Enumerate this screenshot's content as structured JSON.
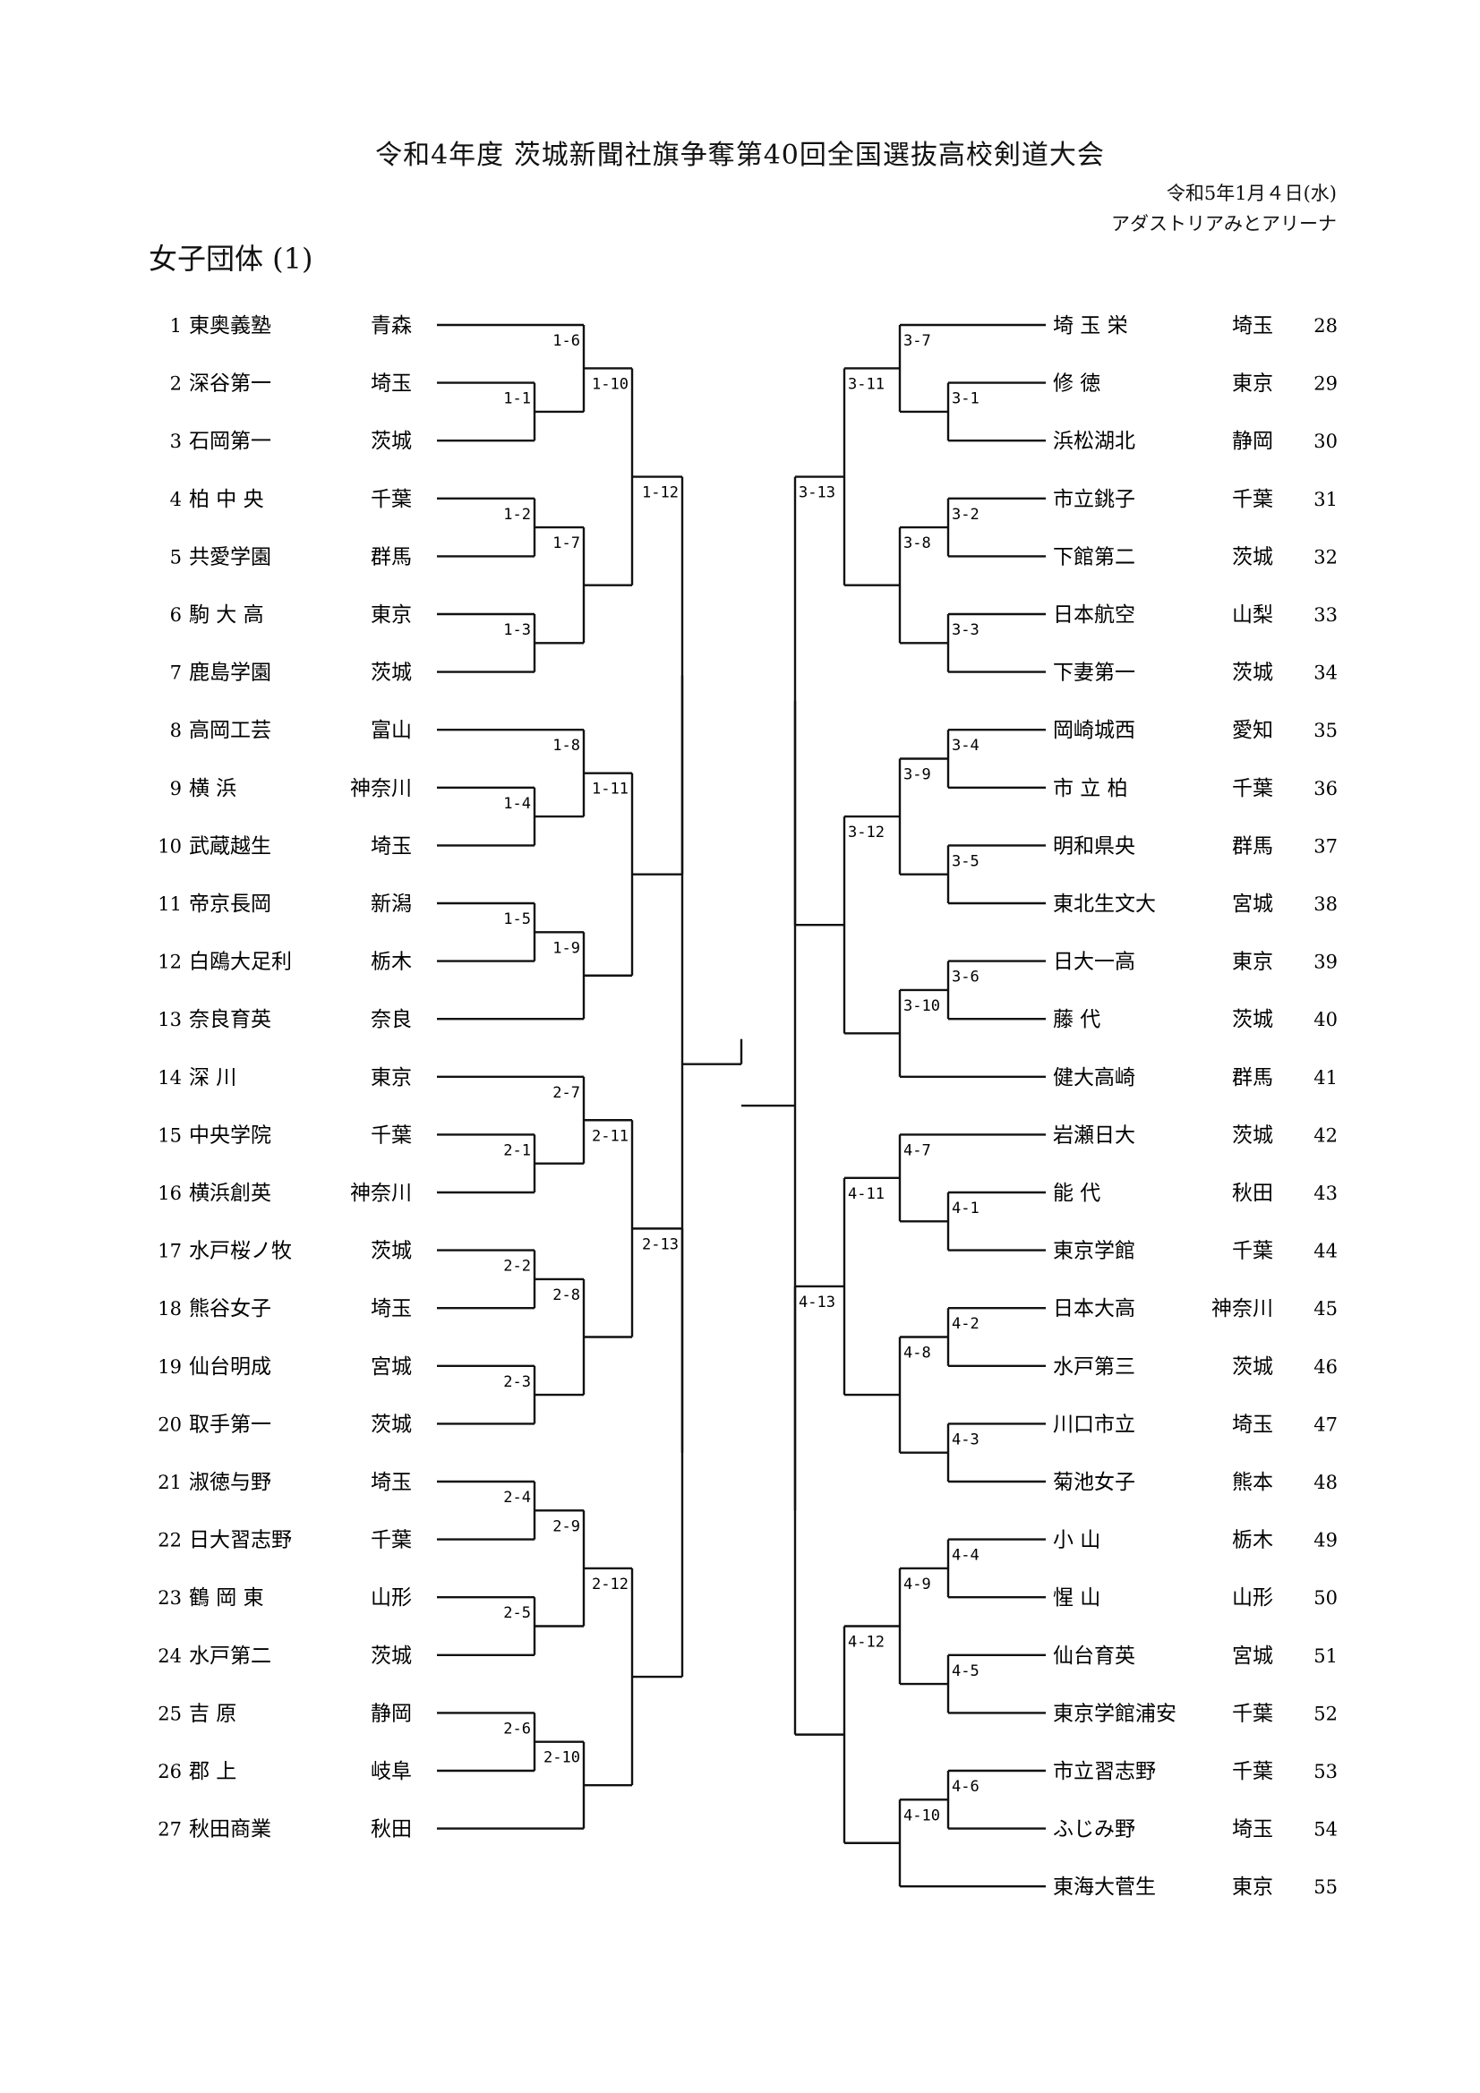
{
  "header": {
    "title": "令和4年度 茨城新聞社旗争奪第40回全国選抜高校剣道大会",
    "date": "令和5年1月４日(水)",
    "venue": "アダストリアみとアリーナ",
    "section": "女子団体 (1)"
  },
  "left_teams": [
    {
      "num": "1",
      "name": "東奥義塾",
      "pref": "青森"
    },
    {
      "num": "2",
      "name": "深谷第一",
      "pref": "埼玉"
    },
    {
      "num": "3",
      "name": "石岡第一",
      "pref": "茨城"
    },
    {
      "num": "4",
      "name": "柏 中 央",
      "pref": "千葉"
    },
    {
      "num": "5",
      "name": "共愛学園",
      "pref": "群馬"
    },
    {
      "num": "6",
      "name": "駒 大 高",
      "pref": "東京"
    },
    {
      "num": "7",
      "name": "鹿島学園",
      "pref": "茨城"
    },
    {
      "num": "8",
      "name": "高岡工芸",
      "pref": "富山"
    },
    {
      "num": "9",
      "name": "横     浜",
      "pref": "神奈川"
    },
    {
      "num": "10",
      "name": "武蔵越生",
      "pref": "埼玉"
    },
    {
      "num": "11",
      "name": "帝京長岡",
      "pref": "新潟"
    },
    {
      "num": "12",
      "name": "白鴎大足利",
      "pref": "栃木"
    },
    {
      "num": "13",
      "name": "奈良育英",
      "pref": "奈良"
    },
    {
      "num": "14",
      "name": "深     川",
      "pref": "東京"
    },
    {
      "num": "15",
      "name": "中央学院",
      "pref": "千葉"
    },
    {
      "num": "16",
      "name": "横浜創英",
      "pref": "神奈川"
    },
    {
      "num": "17",
      "name": "水戸桜ノ牧",
      "pref": "茨城"
    },
    {
      "num": "18",
      "name": "熊谷女子",
      "pref": "埼玉"
    },
    {
      "num": "19",
      "name": "仙台明成",
      "pref": "宮城"
    },
    {
      "num": "20",
      "name": "取手第一",
      "pref": "茨城"
    },
    {
      "num": "21",
      "name": "淑徳与野",
      "pref": "埼玉"
    },
    {
      "num": "22",
      "name": "日大習志野",
      "pref": "千葉"
    },
    {
      "num": "23",
      "name": "鶴 岡 東",
      "pref": "山形"
    },
    {
      "num": "24",
      "name": "水戸第二",
      "pref": "茨城"
    },
    {
      "num": "25",
      "name": "吉     原",
      "pref": "静岡"
    },
    {
      "num": "26",
      "name": "郡     上",
      "pref": "岐阜"
    },
    {
      "num": "27",
      "name": "秋田商業",
      "pref": "秋田"
    }
  ],
  "right_teams": [
    {
      "num": "28",
      "name": "埼 玉 栄",
      "pref": "埼玉"
    },
    {
      "num": "29",
      "name": "修     徳",
      "pref": "東京"
    },
    {
      "num": "30",
      "name": "浜松湖北",
      "pref": "静岡"
    },
    {
      "num": "31",
      "name": "市立銚子",
      "pref": "千葉"
    },
    {
      "num": "32",
      "name": "下館第二",
      "pref": "茨城"
    },
    {
      "num": "33",
      "name": "日本航空",
      "pref": "山梨"
    },
    {
      "num": "34",
      "name": "下妻第一",
      "pref": "茨城"
    },
    {
      "num": "35",
      "name": "岡崎城西",
      "pref": "愛知"
    },
    {
      "num": "36",
      "name": "市 立 柏",
      "pref": "千葉"
    },
    {
      "num": "37",
      "name": "明和県央",
      "pref": "群馬"
    },
    {
      "num": "38",
      "name": "東北生文大",
      "pref": "宮城"
    },
    {
      "num": "39",
      "name": "日大一高",
      "pref": "東京"
    },
    {
      "num": "40",
      "name": "藤     代",
      "pref": "茨城"
    },
    {
      "num": "41",
      "name": "健大高崎",
      "pref": "群馬"
    },
    {
      "num": "42",
      "name": "岩瀬日大",
      "pref": "茨城"
    },
    {
      "num": "43",
      "name": "能     代",
      "pref": "秋田"
    },
    {
      "num": "44",
      "name": "東京学館",
      "pref": "千葉"
    },
    {
      "num": "45",
      "name": "日本大高",
      "pref": "神奈川"
    },
    {
      "num": "46",
      "name": "水戸第三",
      "pref": "茨城"
    },
    {
      "num": "47",
      "name": "川口市立",
      "pref": "埼玉"
    },
    {
      "num": "48",
      "name": "菊池女子",
      "pref": "熊本"
    },
    {
      "num": "49",
      "name": "小     山",
      "pref": "栃木"
    },
    {
      "num": "50",
      "name": "惺     山",
      "pref": "山形"
    },
    {
      "num": "51",
      "name": "仙台育英",
      "pref": "宮城"
    },
    {
      "num": "52",
      "name": "東京学館浦安",
      "pref": "千葉"
    },
    {
      "num": "53",
      "name": "市立習志野",
      "pref": "千葉"
    },
    {
      "num": "54",
      "name": "ふじみ野",
      "pref": "埼玉"
    },
    {
      "num": "55",
      "name": "東海大菅生",
      "pref": "東京"
    }
  ],
  "matches": {
    "left": {
      "1-1": {
        "a": 2,
        "b": 3,
        "label": "1-1"
      },
      "1-2": {
        "a": 4,
        "b": 5,
        "label": "1-2"
      },
      "1-3": {
        "a": 6,
        "b": 7,
        "label": "1-3"
      },
      "1-4": {
        "a": 9,
        "b": 10,
        "label": "1-4"
      },
      "1-5": {
        "a": 11,
        "b": 12,
        "label": "1-5"
      },
      "1-6": {
        "a": 1,
        "b": "1-1",
        "label": "1-6"
      },
      "1-7": {
        "a": "1-2",
        "b": "1-3",
        "label": "1-7"
      },
      "1-8": {
        "a": 8,
        "b": "1-4",
        "label": "1-8"
      },
      "1-9": {
        "a": "1-5",
        "b": 13,
        "label": "1-9"
      },
      "1-10": {
        "a": "1-6",
        "b": "1-7",
        "label": "1-10"
      },
      "1-11": {
        "a": "1-8",
        "b": "1-9",
        "label": "1-11"
      },
      "1-12": {
        "a": "1-10",
        "b": "1-11",
        "label": "1-12"
      },
      "2-1": {
        "a": 15,
        "b": 16,
        "label": "2-1"
      },
      "2-2": {
        "a": 17,
        "b": 18,
        "label": "2-2"
      },
      "2-3": {
        "a": 19,
        "b": 20,
        "label": "2-3"
      },
      "2-4": {
        "a": 21,
        "b": 22,
        "label": "2-4"
      },
      "2-5": {
        "a": 23,
        "b": 24,
        "label": "2-5"
      },
      "2-6": {
        "a": 25,
        "b": 26,
        "label": "2-6"
      },
      "2-7": {
        "a": 14,
        "b": "2-1",
        "label": "2-7"
      },
      "2-8": {
        "a": "2-2",
        "b": "2-3",
        "label": "2-8"
      },
      "2-9": {
        "a": "2-4",
        "b": "2-5",
        "label": "2-9"
      },
      "2-10": {
        "a": "2-6",
        "b": 27,
        "label": "2-10"
      },
      "2-11": {
        "a": "2-7",
        "b": "2-8",
        "label": "2-11"
      },
      "2-12": {
        "a": "2-9",
        "b": "2-10",
        "label": "2-12"
      },
      "2-13": {
        "a": "2-11",
        "b": "2-12",
        "label": "2-13"
      }
    },
    "right": {
      "3-1": {
        "a": 29,
        "b": 30,
        "label": "3-1"
      },
      "3-2": {
        "a": 31,
        "b": 32,
        "label": "3-2"
      },
      "3-3": {
        "a": 33,
        "b": 34,
        "label": "3-3"
      },
      "3-4": {
        "a": 35,
        "b": 36,
        "label": "3-4"
      },
      "3-5": {
        "a": 37,
        "b": 38,
        "label": "3-5"
      },
      "3-6": {
        "a": 39,
        "b": 40,
        "label": "3-6"
      },
      "3-7": {
        "a": 28,
        "b": "3-1",
        "label": "3-7"
      },
      "3-8": {
        "a": "3-2",
        "b": "3-3",
        "label": "3-8"
      },
      "3-9": {
        "a": "3-4",
        "b": "3-5",
        "label": "3-9"
      },
      "3-10": {
        "a": "3-6",
        "b": 41,
        "label": "3-10"
      },
      "3-11": {
        "a": "3-7",
        "b": "3-8",
        "label": "3-11"
      },
      "3-12": {
        "a": "3-9",
        "b": "3-10",
        "label": "3-12"
      },
      "3-13": {
        "a": "3-11",
        "b": "3-12",
        "label": "3-13"
      },
      "4-1": {
        "a": 43,
        "b": 44,
        "label": "4-1"
      },
      "4-2": {
        "a": 45,
        "b": 46,
        "label": "4-2"
      },
      "4-3": {
        "a": 47,
        "b": 48,
        "label": "4-3"
      },
      "4-4": {
        "a": 49,
        "b": 50,
        "label": "4-4"
      },
      "4-5": {
        "a": 51,
        "b": 52,
        "label": "4-5"
      },
      "4-6": {
        "a": 53,
        "b": 54,
        "label": "4-6"
      },
      "4-7": {
        "a": 42,
        "b": "4-1",
        "label": "4-7"
      },
      "4-8": {
        "a": "4-2",
        "b": "4-3",
        "label": "4-8"
      },
      "4-9": {
        "a": "4-4",
        "b": "4-5",
        "label": "4-9"
      },
      "4-10": {
        "a": "4-6",
        "b": 55,
        "label": "4-10"
      },
      "4-11": {
        "a": "4-7",
        "b": "4-8",
        "label": "4-11"
      },
      "4-12": {
        "a": "4-9",
        "b": "4-10",
        "label": "4-12"
      },
      "4-13": {
        "a": "4-11",
        "b": "4-12",
        "label": "4-13"
      }
    }
  }
}
